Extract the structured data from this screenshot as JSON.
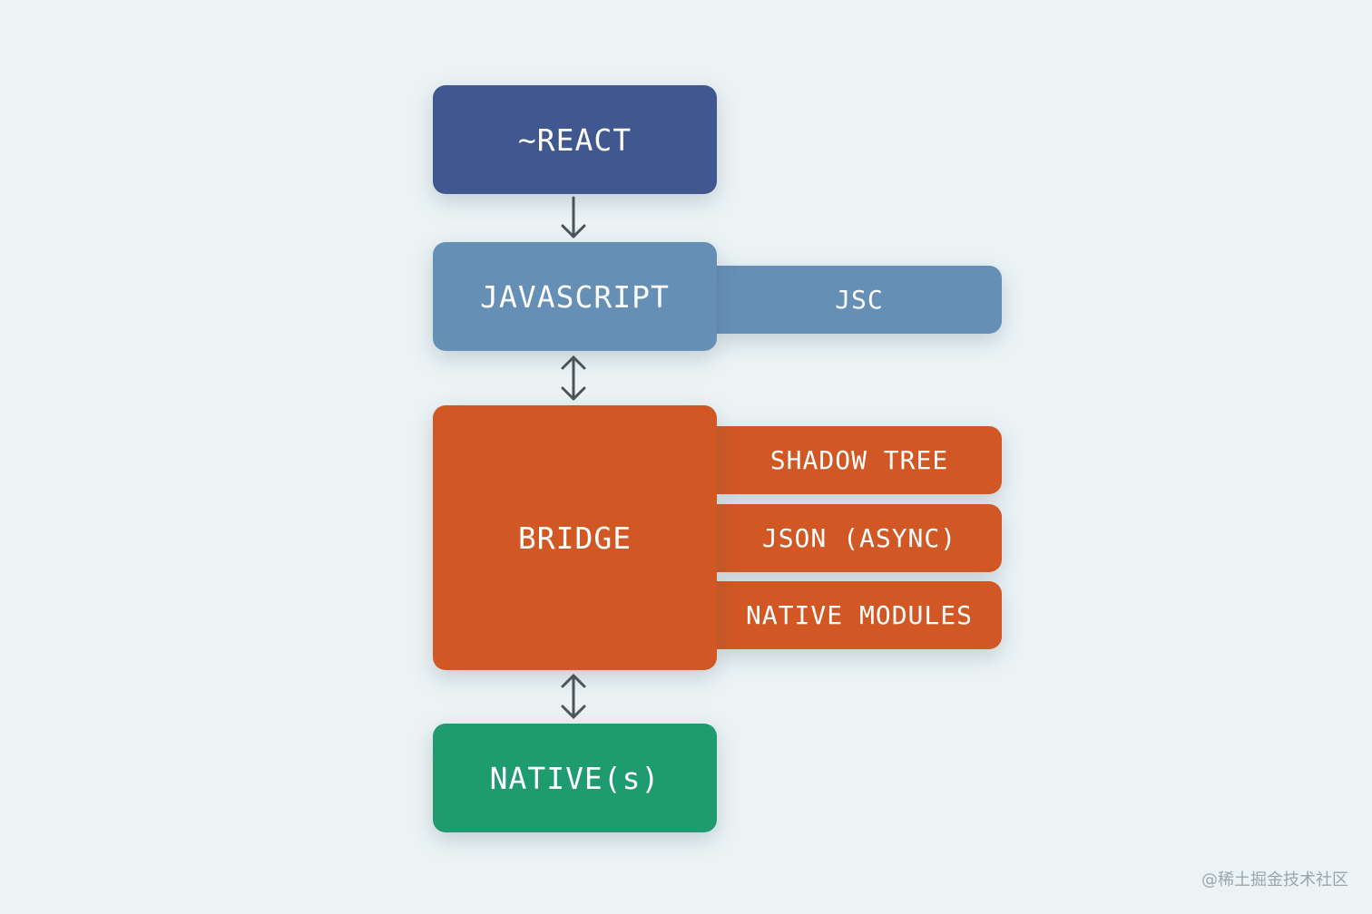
{
  "diagram": {
    "react_label": "~REACT",
    "javascript_label": "JAVASCRIPT",
    "jsc_label": "JSC",
    "bridge_label": "BRIDGE",
    "shadow_tree_label": "SHADOW TREE",
    "json_label": "JSON (ASYNC)",
    "native_modules_label": "NATIVE MODULES",
    "native_label": "NATIVE(s)"
  },
  "colors": {
    "background": "#ebf3f5",
    "react": "#40578f",
    "javascript": "#668fb6",
    "bridge": "#d15824",
    "native": "#1f9b70",
    "arrow": "#4a5459"
  },
  "arrows": [
    {
      "from": "react",
      "to": "javascript",
      "direction": "one-way"
    },
    {
      "from": "javascript",
      "to": "bridge",
      "direction": "two-way"
    },
    {
      "from": "bridge",
      "to": "native",
      "direction": "two-way"
    }
  ],
  "watermark": "@稀土掘金技术社区"
}
